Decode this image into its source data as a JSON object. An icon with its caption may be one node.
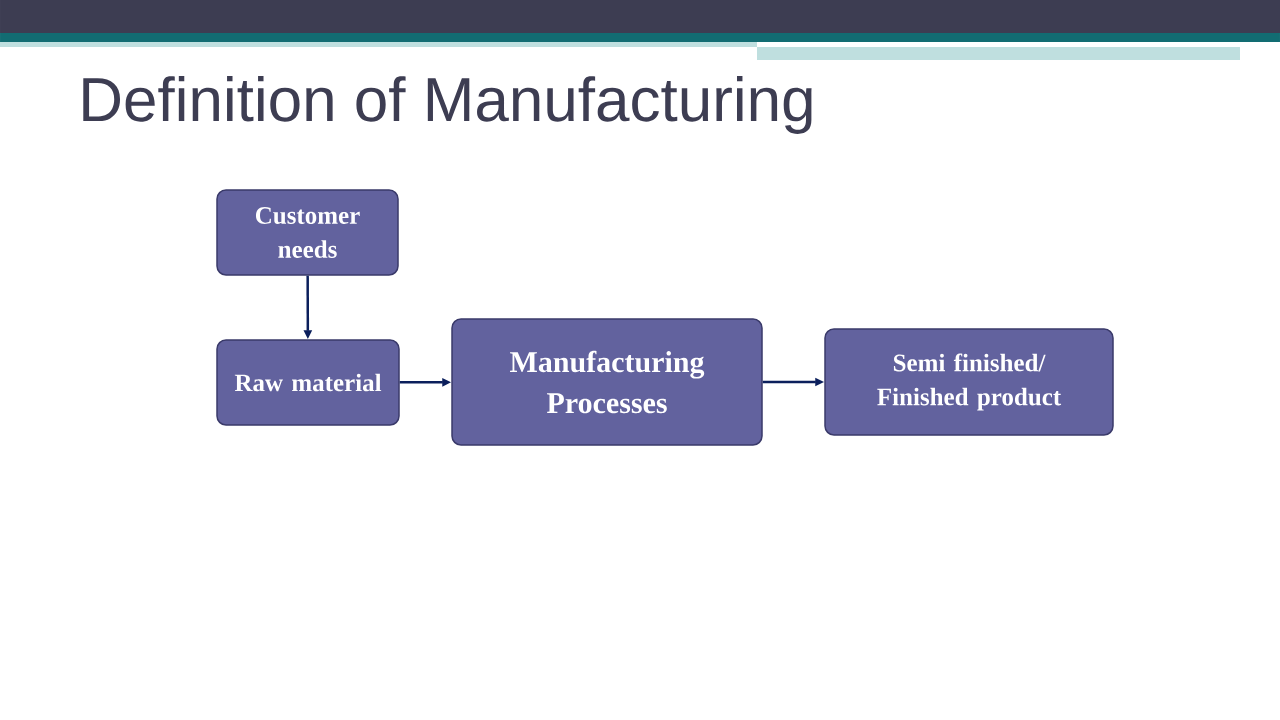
{
  "diagram": {
    "title": "Definition of Manufacturing",
    "nodes": [
      {
        "text": [
          "Customer needs"
        ]
      },
      {
        "text": [
          "Raw material"
        ]
      },
      {
        "text": [
          "Manufacturing Processes"
        ]
      },
      {
        "text": [
          "Semi finished/ Finished product"
        ]
      }
    ],
    "edges": [
      {
        "from": 0,
        "to": 1,
        "arrow": "to"
      },
      {
        "from": 1,
        "to": 2,
        "arrow": "to"
      },
      {
        "from": 2,
        "to": 3,
        "arrow": "to"
      }
    ]
  }
}
